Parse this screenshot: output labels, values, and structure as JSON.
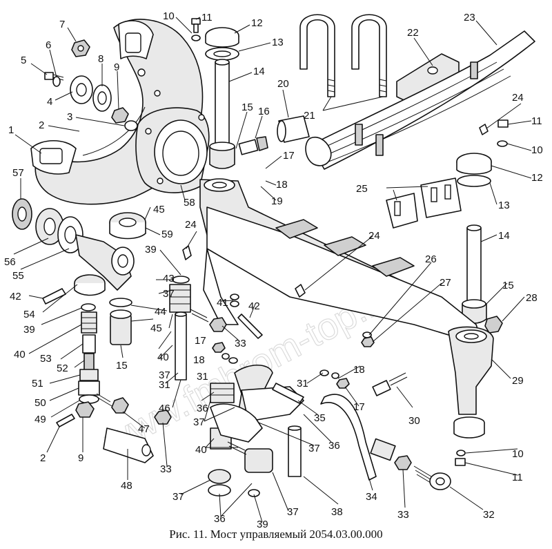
{
  "caption": "Рис. 11. Мост управляемый 2054.03.00.000",
  "watermark": "www.fmhrom-top.kz",
  "callouts": [
    "1",
    "2",
    "3",
    "4",
    "5",
    "6",
    "7",
    "8",
    "9",
    "10",
    "11",
    "12",
    "13",
    "14",
    "15",
    "16",
    "17",
    "18",
    "19",
    "20",
    "21",
    "22",
    "23",
    "24",
    "25",
    "26",
    "27",
    "28",
    "29",
    "30",
    "31",
    "32",
    "33",
    "34",
    "35",
    "36",
    "37",
    "38",
    "39",
    "40",
    "41",
    "42",
    "43",
    "44",
    "45",
    "46",
    "47",
    "48",
    "49",
    "50",
    "51",
    "52",
    "53",
    "54",
    "55",
    "56",
    "57",
    "58",
    "59"
  ]
}
